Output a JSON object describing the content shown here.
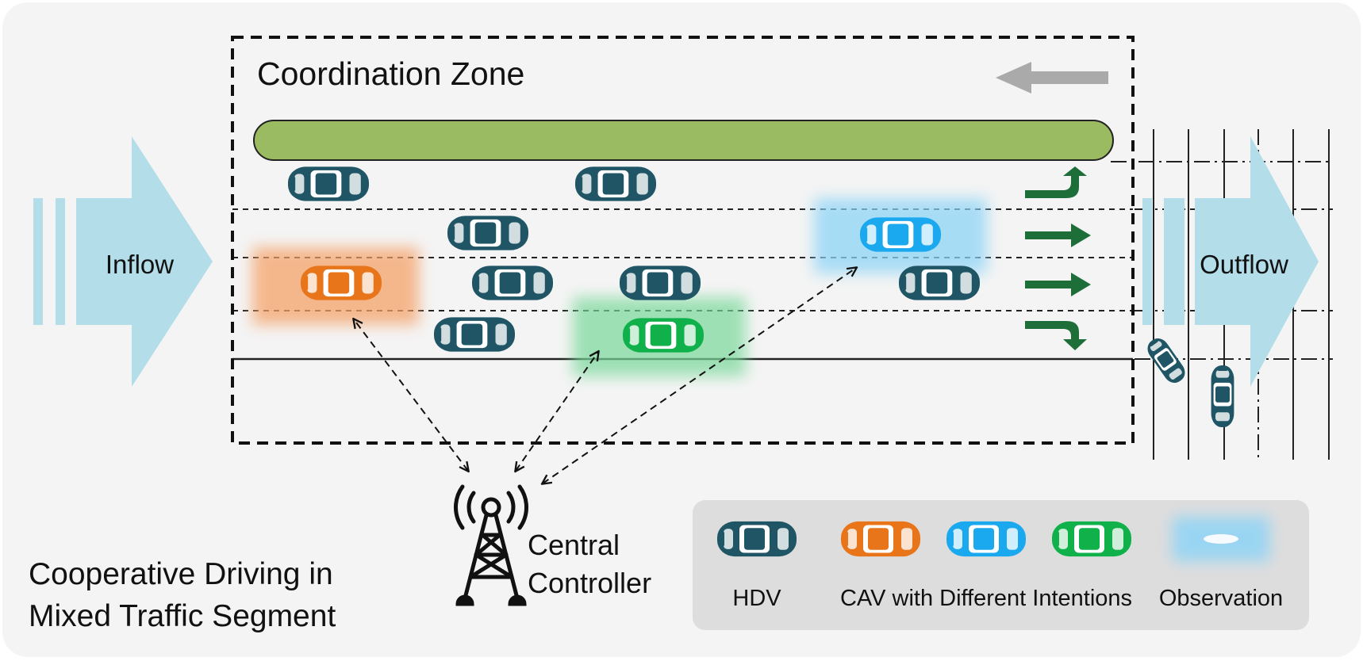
{
  "zone_title": "Coordination Zone",
  "inflow_label": "Inflow",
  "outflow_label": "Outflow",
  "controller_label_line1": "Central",
  "controller_label_line2": "Controller",
  "caption_line1": "Cooperative Driving in",
  "caption_line2": "Mixed Traffic Segment",
  "legend": {
    "hdv_label": "HDV",
    "cav_label": "CAV with Different Intentions",
    "observation_label": "Observation"
  },
  "colors": {
    "background": "#f4f4f4",
    "hdv": "#1f5565",
    "cav_orange": "#e8751a",
    "cav_blue": "#1aa8ee",
    "cav_green": "#10b04a",
    "flow_arrow": "#b3dde8",
    "median": "#9bbb62",
    "turn_arrow": "#1e6e3a",
    "legend_bg": "#dddddd",
    "opposite_arrow": "#aaaaaa"
  },
  "icons": [
    "radio-tower-icon",
    "car-icon",
    "turn-arrow-icon",
    "straight-arrow-icon"
  ]
}
